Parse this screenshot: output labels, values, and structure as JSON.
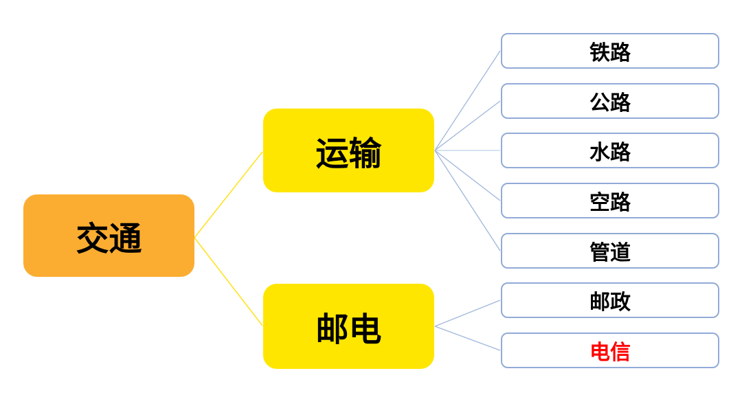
{
  "diagram": {
    "type": "mind-map",
    "root": {
      "label": "交通"
    },
    "branches": [
      {
        "label": "运输",
        "children": [
          {
            "label": "铁路"
          },
          {
            "label": "公路"
          },
          {
            "label": "水路"
          },
          {
            "label": "空路"
          },
          {
            "label": "管道"
          }
        ]
      },
      {
        "label": "邮电",
        "children": [
          {
            "label": "邮政"
          },
          {
            "label": "电信",
            "highlight": true
          }
        ]
      }
    ]
  },
  "colors": {
    "root_fill": "#FBAD31",
    "branch_fill": "#FFE600",
    "leaf_border": "#92AAD6",
    "node_text": "#000000",
    "highlight_text": "#FF0000",
    "root_connector": "#FFE11A",
    "branch_connector": "#9FB6DC",
    "branch_connector_light": "#C7DCF1",
    "background": "#FFFFFF"
  }
}
